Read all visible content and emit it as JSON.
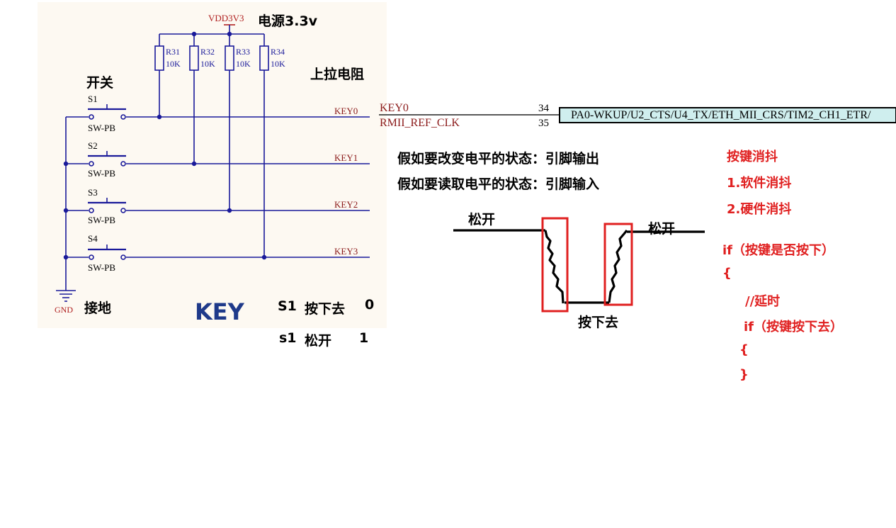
{
  "schematic": {
    "supply_net": "VDD3V3",
    "supply_note": "电源3.3v",
    "pullup_note": "上拉电阻",
    "switch_note": "开关",
    "ground_net": "GND",
    "ground_note": "接地",
    "title": "KEY",
    "resistors": [
      {
        "ref": "R31",
        "value": "10K"
      },
      {
        "ref": "R32",
        "value": "10K"
      },
      {
        "ref": "R33",
        "value": "10K"
      },
      {
        "ref": "R34",
        "value": "10K"
      }
    ],
    "switches": [
      {
        "ref": "S1",
        "type": "SW-PB",
        "net": "KEY0"
      },
      {
        "ref": "S2",
        "type": "SW-PB",
        "net": "KEY1"
      },
      {
        "ref": "S3",
        "type": "SW-PB",
        "net": "KEY2"
      },
      {
        "ref": "S4",
        "type": "SW-PB",
        "net": "KEY3"
      }
    ],
    "state_table": [
      {
        "sw": "S1",
        "state": "按下去",
        "value": "0"
      },
      {
        "sw": "s1",
        "state": "松开",
        "value": "1"
      }
    ]
  },
  "mcu": {
    "net": "KEY0",
    "pin": "34",
    "next_net": "RMII_REF_CLK",
    "next_pin": "35",
    "pin_function": "PA0-WKUP/U2_CTS/U4_TX/ETH_MII_CRS/TIM2_CH1_ETR/"
  },
  "notes": {
    "line1": "假如要改变电平的状态：引脚输出",
    "line2": "假如要读取电平的状态：引脚输入"
  },
  "waveform": {
    "left_label": "松开",
    "right_label": "松开",
    "bottom_label": "按下去"
  },
  "debounce": {
    "title": "按键消抖",
    "item1": "1.软件消抖",
    "item2": "2.硬件消抖",
    "code": [
      "if（按键是否按下）",
      "{",
      "//延时",
      "if（按键按下去）",
      "{",
      "}"
    ]
  },
  "colors": {
    "wire": "#1a1a9a",
    "net_label": "#8b1a1a",
    "highlight": "#e02020",
    "panel": "#fdf9f2",
    "mcu_fill": "#cfeeee"
  }
}
